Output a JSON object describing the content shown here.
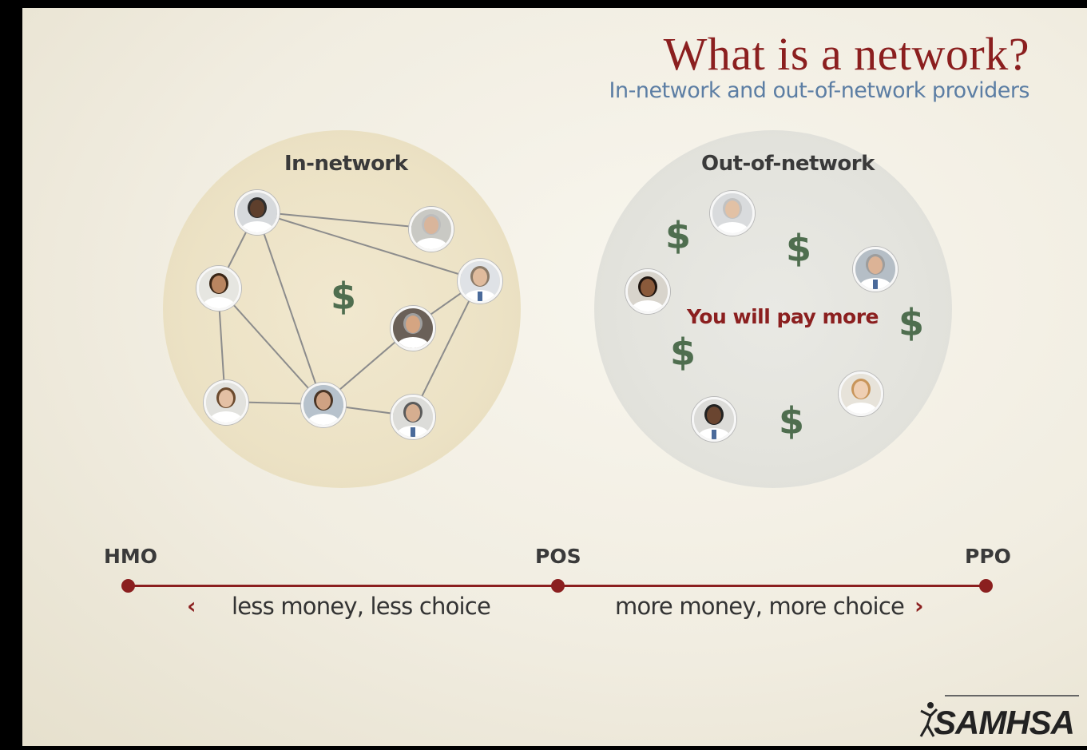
{
  "header": {
    "title": "What is a network?",
    "subtitle": "In-network and out-of-network providers"
  },
  "in_network": {
    "label": "In-network",
    "dollar": "$"
  },
  "out_network": {
    "label": "Out-of-network",
    "message": "You will pay more",
    "dollar": "$"
  },
  "scale": {
    "plans": [
      "HMO",
      "POS",
      "PPO"
    ],
    "left_text": "less money, less choice",
    "right_text": "more money, more choice",
    "left_arrow": "‹",
    "right_arrow": "›"
  },
  "logo": {
    "text": "SAMHSA"
  },
  "colors": {
    "title": "#8b1f1f",
    "subtitle": "#5c7ea4",
    "dollar": "#4f6e4f",
    "scale": "#8b1f1f"
  }
}
